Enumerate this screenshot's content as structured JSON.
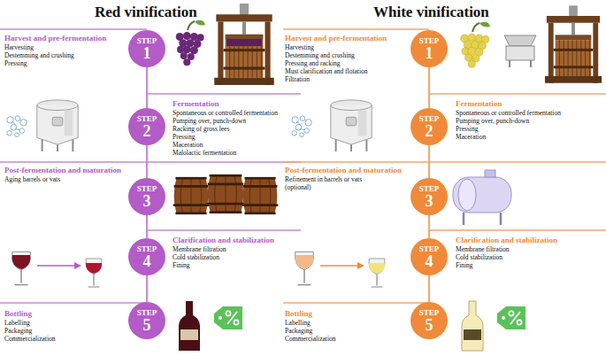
{
  "diagram": {
    "nodes": [
      {
        "text": [
          "STEP",
          "1"
        ]
      },
      {
        "text": [
          "STEP",
          "2"
        ]
      },
      {
        "text": [
          "STEP",
          "3"
        ]
      },
      {
        "text": [
          "STEP",
          "4"
        ]
      },
      {
        "text": [
          "STEP",
          "5"
        ]
      },
      {
        "text": [
          "STEP",
          "1"
        ]
      },
      {
        "text": [
          "STEP",
          "2"
        ]
      },
      {
        "text": [
          "STEP",
          "3"
        ]
      },
      {
        "text": [
          "STEP",
          "4"
        ]
      },
      {
        "text": [
          "STEP",
          "5"
        ]
      }
    ],
    "edges": [
      {
        "from": 0,
        "to": 1,
        "arrow": "none"
      },
      {
        "from": 1,
        "to": 2,
        "arrow": "none"
      },
      {
        "from": 2,
        "to": 3,
        "arrow": "none"
      },
      {
        "from": 3,
        "to": 4,
        "arrow": "none"
      },
      {
        "from": 5,
        "to": 6,
        "arrow": "none"
      },
      {
        "from": 6,
        "to": 7,
        "arrow": "none"
      },
      {
        "from": 7,
        "to": 8,
        "arrow": "none"
      },
      {
        "from": 8,
        "to": 9,
        "arrow": "none"
      }
    ],
    "labels": [
      "Red vinification",
      "Harvest and pre-fermentation",
      "Harvesting",
      "Destemming and crushing",
      "Pressing",
      "Fermentation",
      "Spontaneous or controlled fermentation",
      "Pumping over, punch-down",
      "Racking of gross lees",
      "Pressing",
      "Maceration",
      "Malolactic fermentation",
      "Post-fermentation and maturation",
      "Aging barrels or vats",
      "Clarification and stabilization",
      "Membrane filtration",
      "Cold stabilization",
      "Fining",
      "Bottling",
      "Labelling",
      "Packaging",
      "Commercialization",
      "White vinification",
      "Harvest and pre-fermentation",
      "Harvesting",
      "Destemming and crushing",
      "Pressing and racking",
      "Must clarification and flotation",
      "Filtration",
      "Fermentation",
      "Spontaneous or controlled fermentation",
      "Pumping over, punch-down",
      "Pressing",
      "Maceration",
      "Post-fermentation and maturation",
      "Refinement in barrels or vats",
      "(optional)",
      "Clarification and stabilization",
      "Membrane filtration",
      "Cold stabilization",
      "Fining",
      "Bottling",
      "Labelling",
      "Packaging",
      "Commercialization"
    ]
  }
}
